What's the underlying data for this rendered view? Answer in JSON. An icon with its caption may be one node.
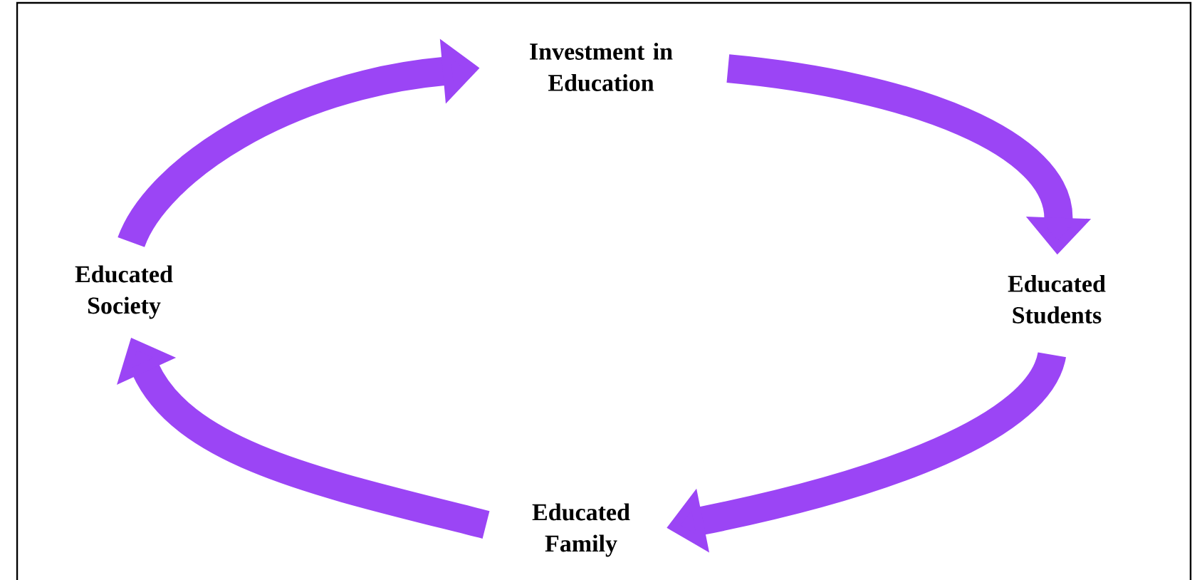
{
  "diagram": {
    "nodes": [
      {
        "text": [
          "Investment in Education"
        ]
      },
      {
        "text": [
          "Educated Students"
        ]
      },
      {
        "text": [
          "Educated Family"
        ]
      },
      {
        "text": [
          "Educated Society"
        ]
      }
    ],
    "edges": [
      {
        "from": 0,
        "to": 1,
        "arrow": "to"
      },
      {
        "from": 1,
        "to": 2,
        "arrow": "to"
      },
      {
        "from": 2,
        "to": 3,
        "arrow": "to"
      },
      {
        "from": 3,
        "to": 0,
        "arrow": "to"
      }
    ]
  }
}
